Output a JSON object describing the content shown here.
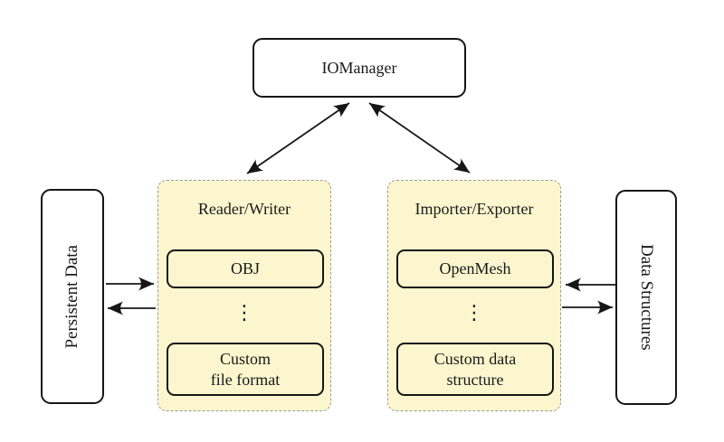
{
  "diagram": {
    "iomanager_label": "IOManager",
    "persistent_data_label": "Persistent Data",
    "data_structures_label": "Data Structures",
    "reader_writer": {
      "title": "Reader/Writer",
      "top_item": "OBJ",
      "dots": "⋮",
      "bottom_item": "Custom\nfile format"
    },
    "importer_exporter": {
      "title": "Importer/Exporter",
      "top_item": "OpenMesh",
      "dots": "⋮",
      "bottom_item": "Custom data\nstructure"
    },
    "colors": {
      "group_fill": "#FBF6CE",
      "group_border": "#9a9a9a",
      "box_border": "#161616",
      "arrow": "#161616",
      "background": "#ffffff"
    }
  }
}
